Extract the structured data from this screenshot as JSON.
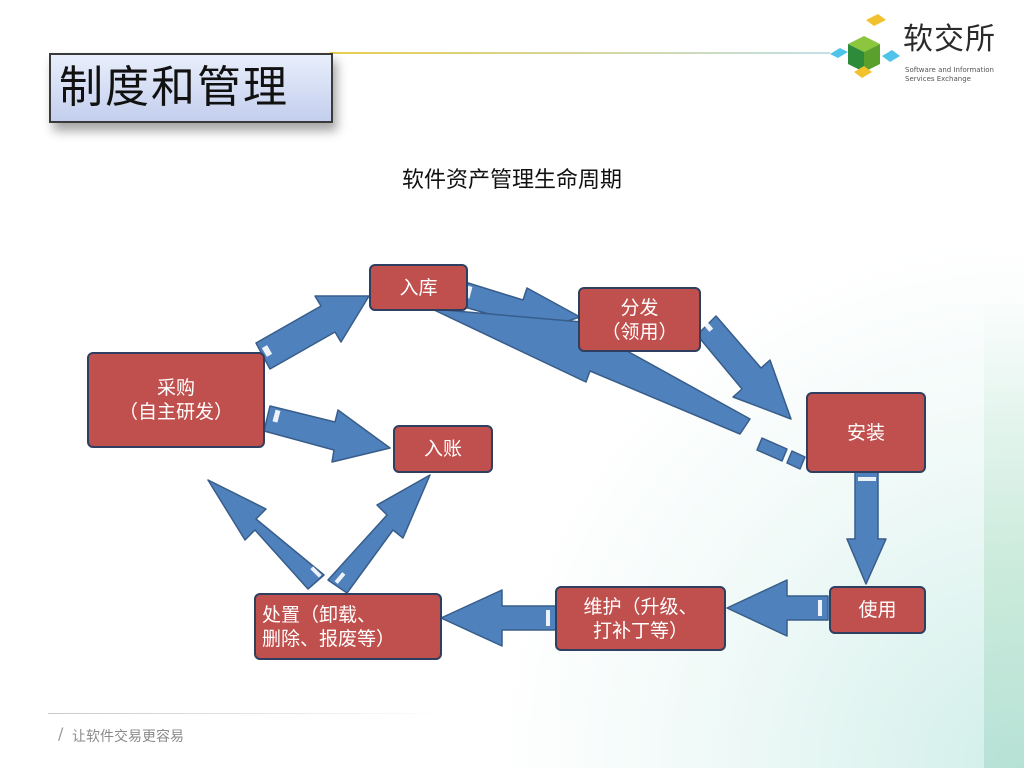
{
  "slide": {
    "title": "制度和管理",
    "subtitle": "软件资产管理生命周期",
    "slogan": "让软件交易更容易"
  },
  "logo": {
    "name": "软交所",
    "sub_line1": "Software and Information",
    "sub_line2": "Services Exchange",
    "icon": "cube-logo-icon"
  },
  "colors": {
    "node_fill": "#c0504d",
    "node_border": "#2f3f5f",
    "arrow_fill": "#4f81bd",
    "arrow_stroke": "#385d8a"
  },
  "nodes": {
    "purchase": "采购\n（自主研发）",
    "warehouse": "入库",
    "distribute": "分发\n（领用）",
    "install": "安装",
    "bookkeeping": "入账",
    "use": "使用",
    "maintain": "维护（升级、\n打补丁等）",
    "dispose": "处置（卸载、\n删除、报废等）"
  }
}
